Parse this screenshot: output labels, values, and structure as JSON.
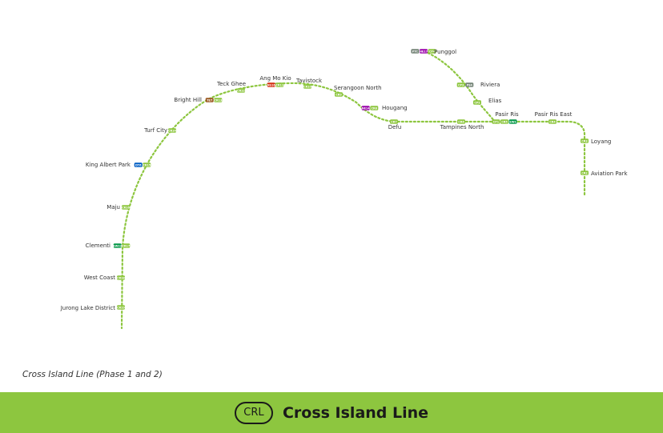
{
  "line": {
    "color": "#8DC63F",
    "caption": "Cross Island Line (Phase 1 and 2)",
    "badge_text": "CRL",
    "banner_title": "Cross Island Line",
    "banner_color": "#8DC63F"
  },
  "stations": [
    {
      "name": "Punggol",
      "codes": [
        {
          "text": "PTC",
          "color": "#748477"
        },
        {
          "text": "NE17",
          "color": "#9900AA"
        },
        {
          "text": "CP4",
          "color": "#8DC63F"
        }
      ]
    },
    {
      "name": "Riviera",
      "codes": [
        {
          "text": "CP3",
          "color": "#8DC63F"
        },
        {
          "text": "PE4",
          "color": "#748477"
        }
      ]
    },
    {
      "name": "Elias",
      "codes": [
        {
          "text": "CP2",
          "color": "#8DC63F"
        }
      ]
    },
    {
      "name": "Pasir Ris",
      "codes": [
        {
          "text": "CP1",
          "color": "#8DC63F"
        },
        {
          "text": "CR5",
          "color": "#8DC63F"
        },
        {
          "text": "EW1",
          "color": "#009645"
        }
      ]
    },
    {
      "name": "Pasir Ris East",
      "codes": [
        {
          "text": "CR4",
          "color": "#8DC63F"
        }
      ]
    },
    {
      "name": "Loyang",
      "codes": [
        {
          "text": "CR3",
          "color": "#8DC63F"
        }
      ]
    },
    {
      "name": "Aviation Park",
      "codes": [
        {
          "text": "CR2",
          "color": "#8DC63F"
        }
      ]
    },
    {
      "name": "Tampines North",
      "codes": [
        {
          "text": "CR6",
          "color": "#8DC63F"
        }
      ]
    },
    {
      "name": "Defu",
      "codes": [
        {
          "text": "CR7",
          "color": "#8DC63F"
        }
      ]
    },
    {
      "name": "Hougang",
      "codes": [
        {
          "text": "NE14",
          "color": "#9900AA"
        },
        {
          "text": "CR8",
          "color": "#8DC63F"
        }
      ]
    },
    {
      "name": "Serangoon North",
      "codes": [
        {
          "text": "CR9",
          "color": "#8DC63F"
        }
      ]
    },
    {
      "name": "Tavistock",
      "codes": [
        {
          "text": "CR10",
          "color": "#8DC63F"
        }
      ]
    },
    {
      "name": "Ang Mo Kio",
      "codes": [
        {
          "text": "NS16",
          "color": "#D42E12"
        },
        {
          "text": "CR11",
          "color": "#8DC63F"
        }
      ]
    },
    {
      "name": "Teck Ghee",
      "codes": [
        {
          "text": "CR12",
          "color": "#8DC63F"
        }
      ]
    },
    {
      "name": "Bright Hill",
      "codes": [
        {
          "text": "TE7",
          "color": "#9D5B25"
        },
        {
          "text": "CR13",
          "color": "#8DC63F"
        }
      ]
    },
    {
      "name": "Turf City",
      "codes": [
        {
          "text": "CR14",
          "color": "#8DC63F"
        }
      ]
    },
    {
      "name": "King Albert Park",
      "codes": [
        {
          "text": "DT6",
          "color": "#005EC4"
        },
        {
          "text": "CR15",
          "color": "#8DC63F"
        }
      ]
    },
    {
      "name": "Maju",
      "codes": [
        {
          "text": "CR16",
          "color": "#8DC63F"
        }
      ]
    },
    {
      "name": "Clementi",
      "codes": [
        {
          "text": "EW23",
          "color": "#009645"
        },
        {
          "text": "CR17",
          "color": "#8DC63F"
        }
      ]
    },
    {
      "name": "West Coast",
      "codes": [
        {
          "text": "CR18",
          "color": "#8DC63F"
        }
      ]
    },
    {
      "name": "Jurong Lake District",
      "codes": [
        {
          "text": "CR19",
          "color": "#8DC63F"
        }
      ]
    }
  ]
}
